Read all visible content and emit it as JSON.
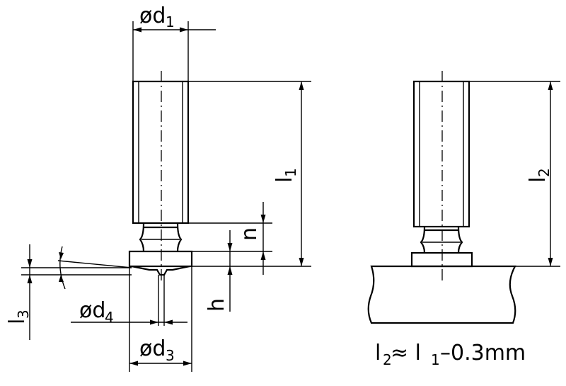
{
  "labels": {
    "d1": {
      "main": "ød",
      "sub": "1"
    },
    "l1": {
      "main": "l",
      "sub": "1"
    },
    "n": "n",
    "h": "h",
    "l3": {
      "main": "l",
      "sub": "3"
    },
    "d4": {
      "main": "ød",
      "sub": "4"
    },
    "d3": {
      "main": "ød",
      "sub": "3"
    },
    "l2": {
      "main": "l",
      "sub": "2"
    }
  },
  "formula": {
    "l2": "l",
    "sub2": "2",
    "approx": " ≈ l",
    "sub1": "1",
    "rest": "–0.3mm"
  }
}
